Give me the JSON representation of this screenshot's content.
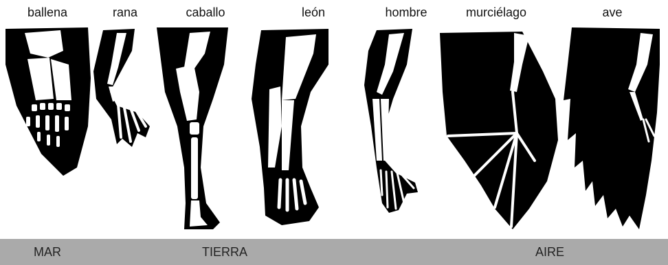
{
  "labels": {
    "ballena": "ballena",
    "rana": "rana",
    "caballo": "caballo",
    "leon": "león",
    "hombre": "hombre",
    "murcielago": "murciélago",
    "ave": "ave"
  },
  "zones": {
    "mar": "MAR",
    "tierra": "TIERRA",
    "aire": "AIRE"
  }
}
